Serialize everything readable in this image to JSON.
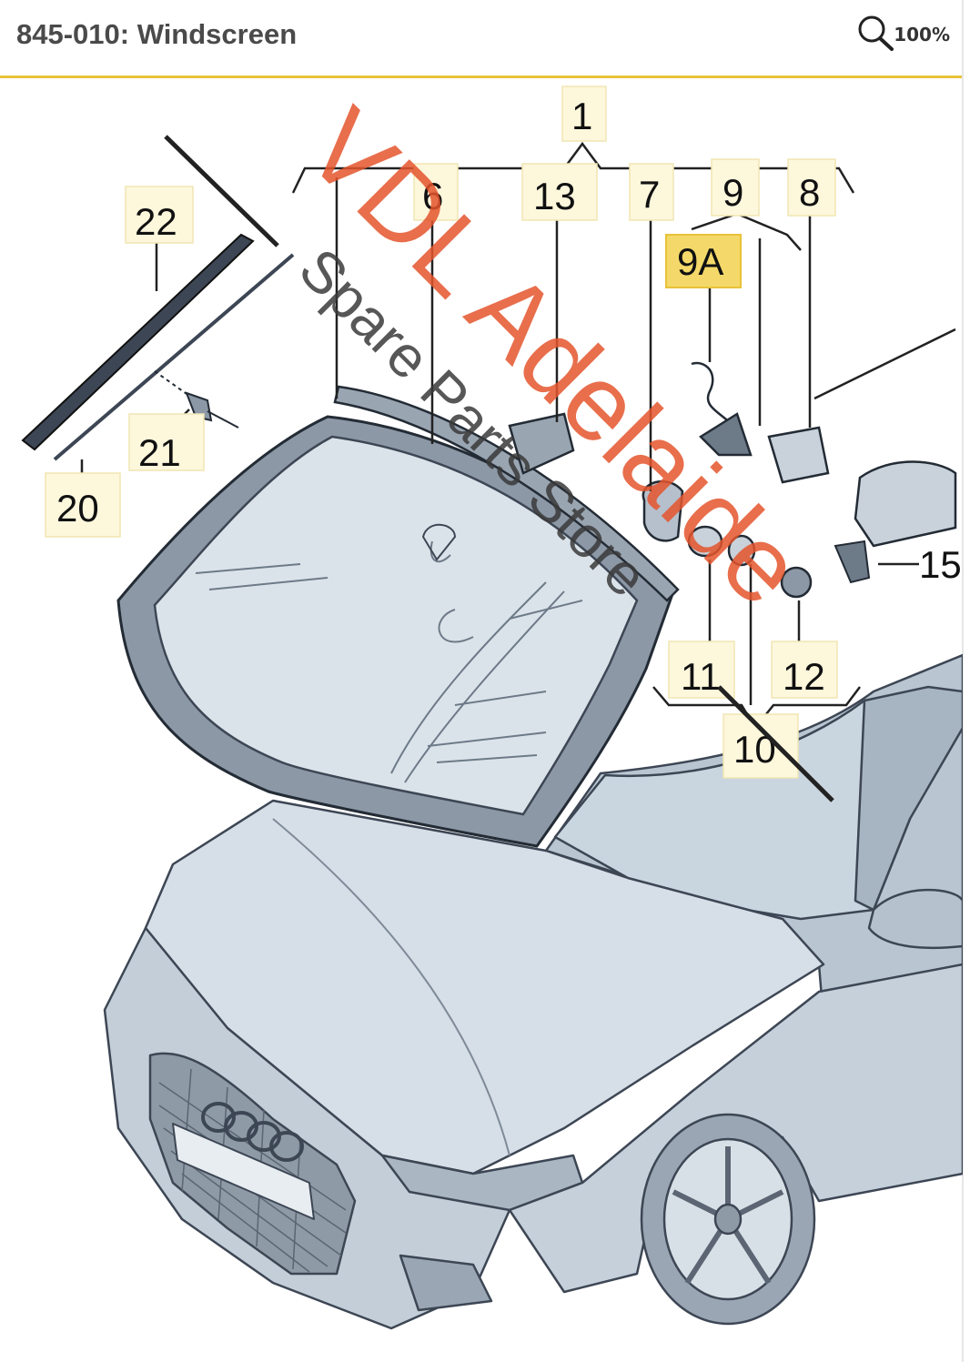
{
  "header": {
    "title": "845-010: Windscreen",
    "zoom_label": "100%",
    "zoom_icon": "magnifier-icon",
    "accent_color": "#e8c23a"
  },
  "diagram": {
    "callouts": [
      "1",
      "6",
      "13",
      "7",
      "9",
      "8",
      "9A",
      "22",
      "21",
      "20",
      "15",
      "11",
      "12",
      "10"
    ],
    "highlighted_callout": "9A",
    "highlight_color": "#f4d96a"
  },
  "watermark": {
    "line1": "VDL Adelaide",
    "line2": "Spare Parts Store",
    "color1": "#e4552d",
    "color2": "#3a3a3a"
  }
}
